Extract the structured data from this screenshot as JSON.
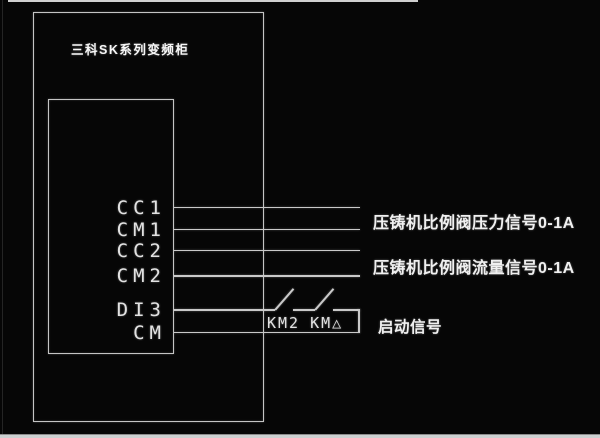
{
  "canvas": {
    "background_color": "#060606",
    "line_color": "#c9c9c9",
    "text_color": "#f0f0f0"
  },
  "cabinet": {
    "title": "三科SK系列变频柜"
  },
  "terminal_block": {
    "terminals": [
      "CC1",
      "CM1",
      "CC2",
      "CM2",
      "DI3",
      "CM"
    ]
  },
  "contacts": {
    "km2": "KM2",
    "km_delta": "KM△"
  },
  "signals": {
    "pressure": "压铸机比例阀压力信号0-1A",
    "flow": "压铸机比例阀流量信号0-1A",
    "start": "启动信号"
  }
}
